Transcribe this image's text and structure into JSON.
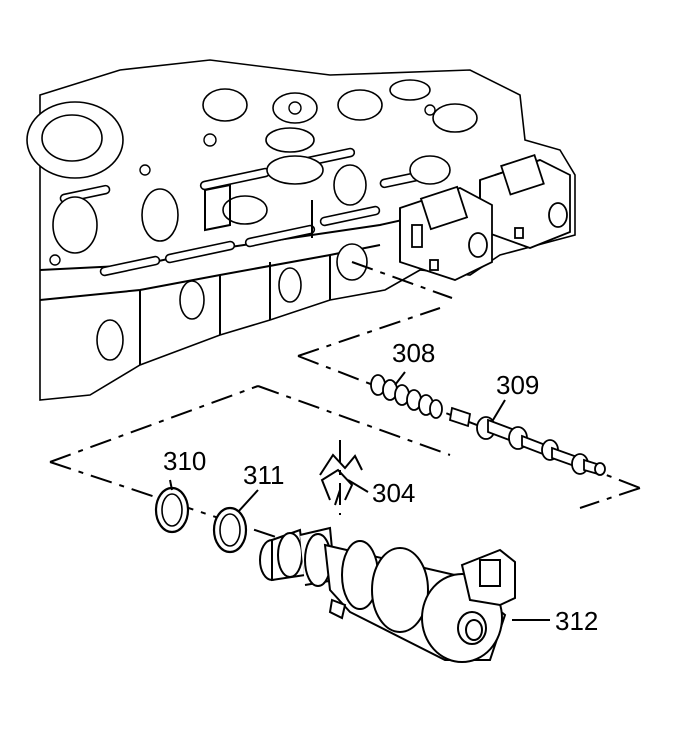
{
  "figure": {
    "callouts": [
      {
        "id": "308",
        "text": "308"
      },
      {
        "id": "309",
        "text": "309"
      },
      {
        "id": "310",
        "text": "310"
      },
      {
        "id": "311",
        "text": "311"
      },
      {
        "id": "304",
        "text": "304"
      },
      {
        "id": "312",
        "text": "312"
      }
    ]
  }
}
